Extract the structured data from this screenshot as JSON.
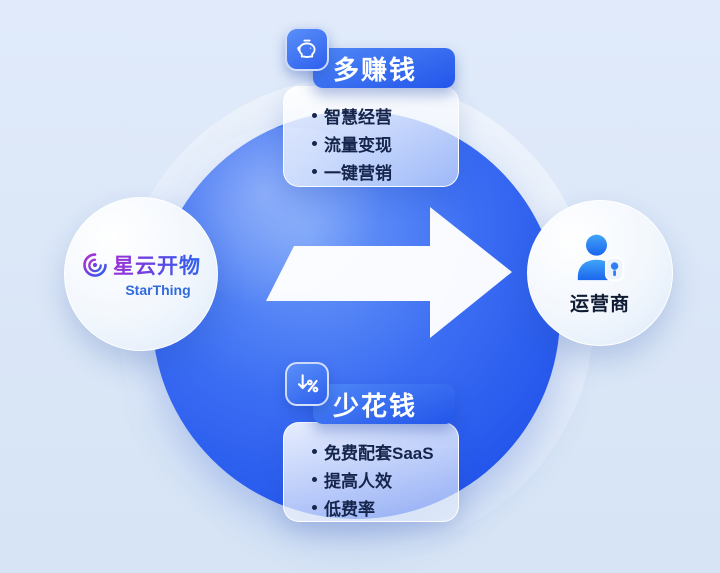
{
  "left_node": {
    "logo_cn": "星云开物",
    "logo_en": "StarThing",
    "icon": "starthing-swirl-icon"
  },
  "right_node": {
    "label": "运营商",
    "icon": "operator-person-icon"
  },
  "top_card": {
    "title": "多赚钱",
    "icon": "piggy-bank-icon",
    "items": [
      "智慧经营",
      "流量变现",
      "一键营销"
    ]
  },
  "bottom_card": {
    "title": "少花钱",
    "icon": "discount-down-icon",
    "items": [
      "免费配套SaaS",
      "提高人效",
      "低费率"
    ]
  },
  "colors": {
    "accent_blue": "#2e63f0",
    "circle_blue": "#3a6cf3",
    "text_dark": "#15244a",
    "background": "#d9e6f6"
  }
}
